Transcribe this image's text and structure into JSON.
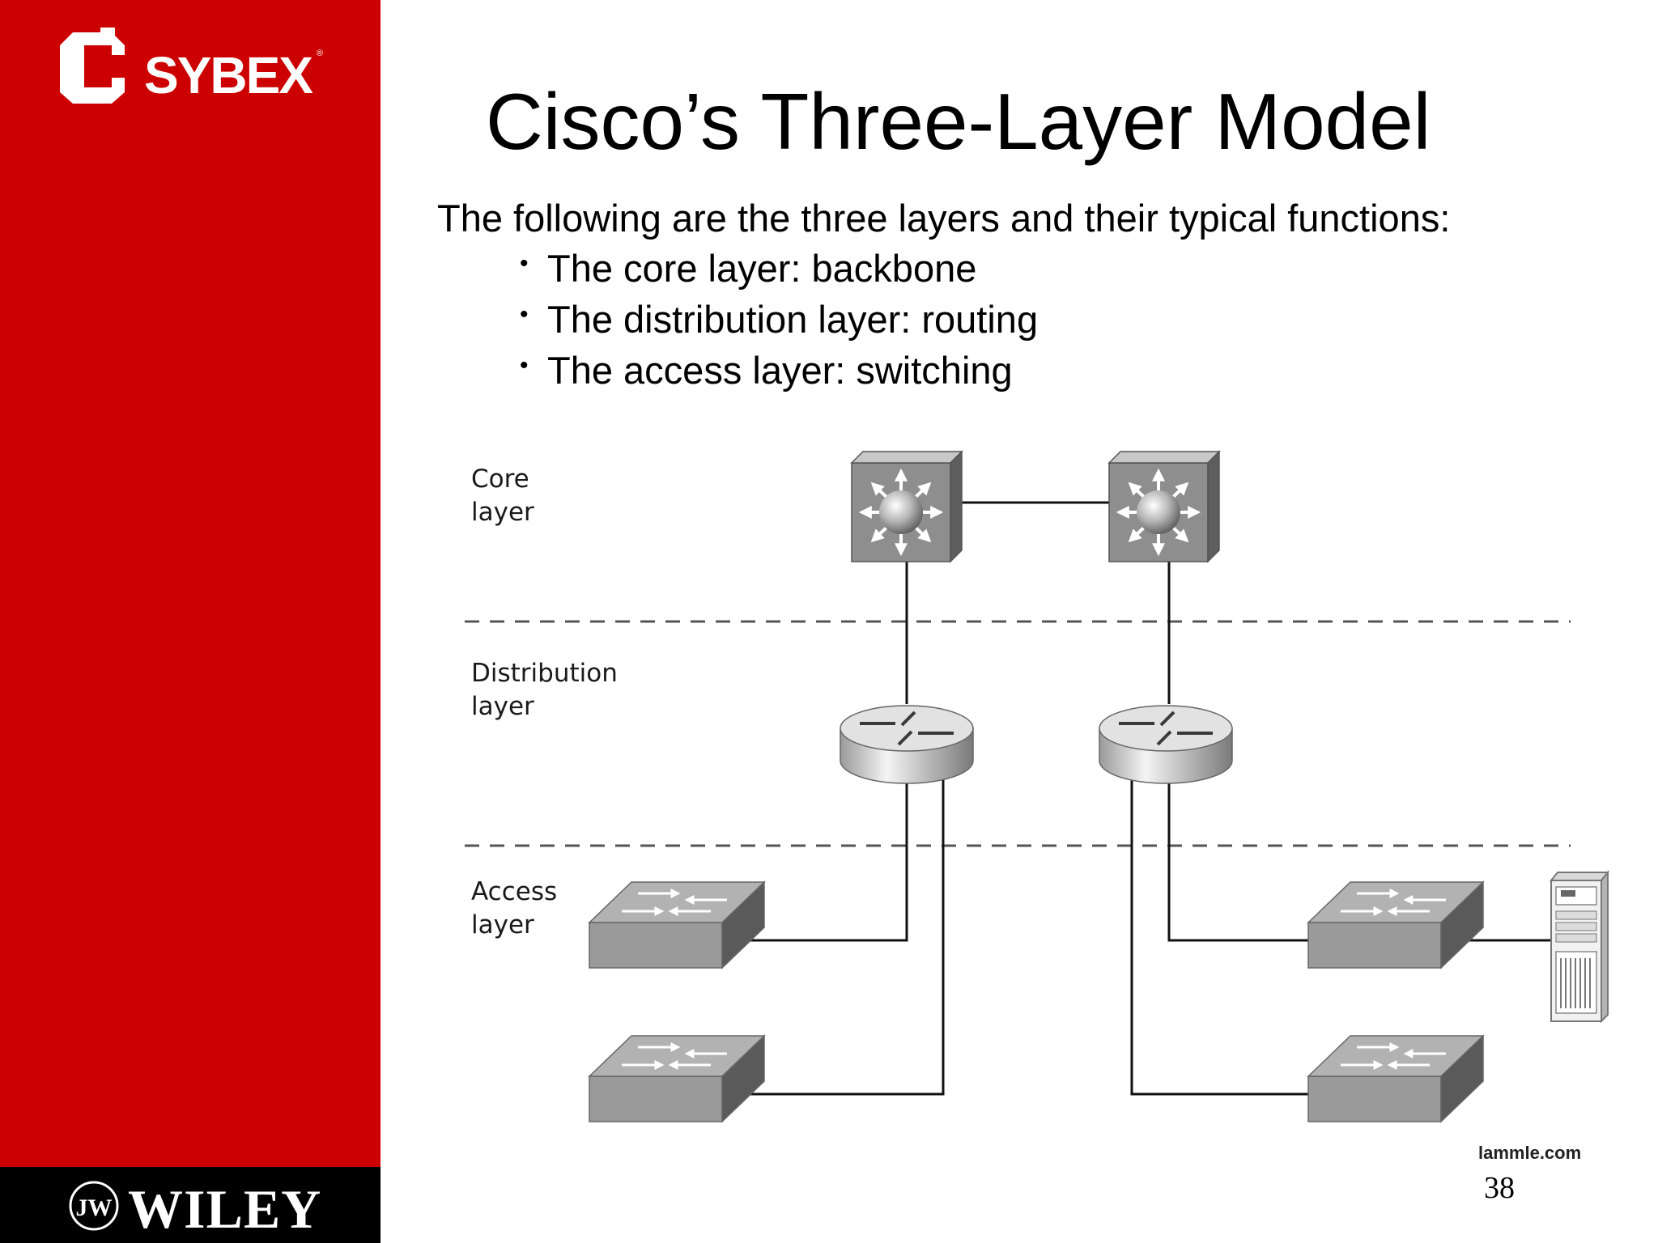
{
  "brand": {
    "publisher_logo": "SYBEX",
    "footer_logo": "WILEY"
  },
  "slide": {
    "title": "Cisco’s Three-Layer Model",
    "intro": "The following are the three layers and their typical functions:",
    "bullets": [
      "The core layer: backbone",
      "The distribution layer: routing",
      "The access layer: switching"
    ],
    "bullet_glyph": "•"
  },
  "diagram": {
    "layers": [
      {
        "line1": "Core",
        "line2": "layer"
      },
      {
        "line1": "Distribution",
        "line2": "layer"
      },
      {
        "line1": "Access",
        "line2": "layer"
      }
    ],
    "devices": {
      "core": [
        "multilayer-switch-icon",
        "multilayer-switch-icon"
      ],
      "distribution": [
        "router-icon",
        "router-icon"
      ],
      "access": [
        "workgroup-switch-icon",
        "workgroup-switch-icon",
        "workgroup-switch-icon",
        "workgroup-switch-icon"
      ],
      "endpoint": "server-icon"
    }
  },
  "footer": {
    "url": "lammle.com",
    "slide_number": "38"
  },
  "colors": {
    "sidebar": "#cc0000",
    "footer_band": "#000000",
    "device_gray": "#8c8c8c"
  }
}
